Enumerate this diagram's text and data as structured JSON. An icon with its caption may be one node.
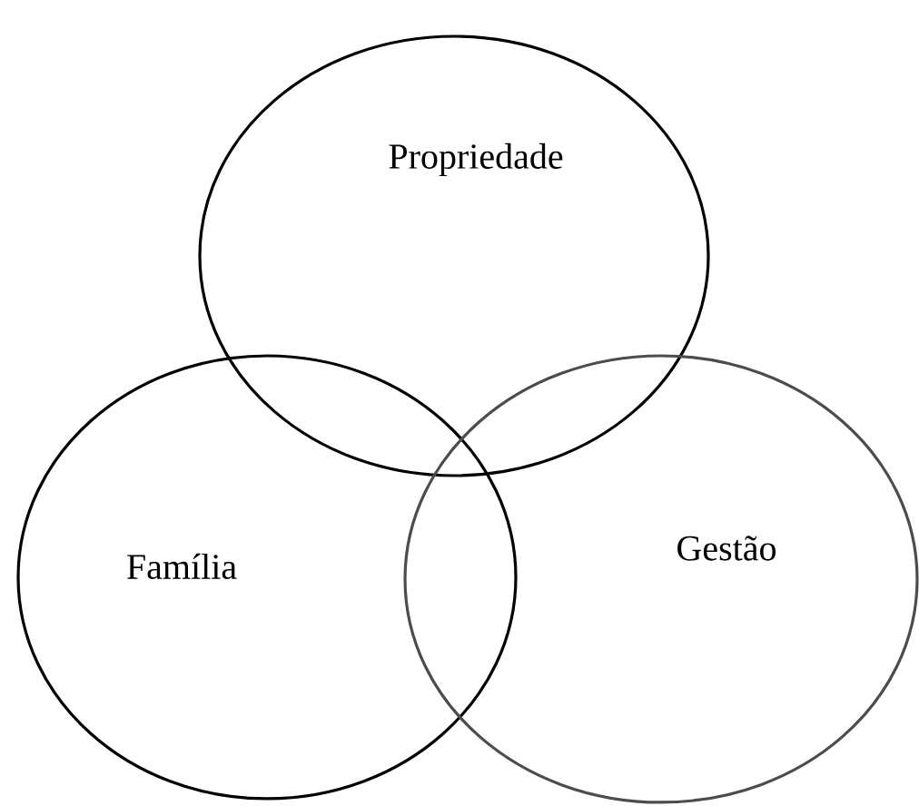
{
  "diagram": {
    "nodes": [
      {
        "text": [
          "Propriedade"
        ]
      },
      {
        "text": [
          "Família"
        ]
      },
      {
        "text": [
          "Gestão"
        ]
      }
    ]
  }
}
